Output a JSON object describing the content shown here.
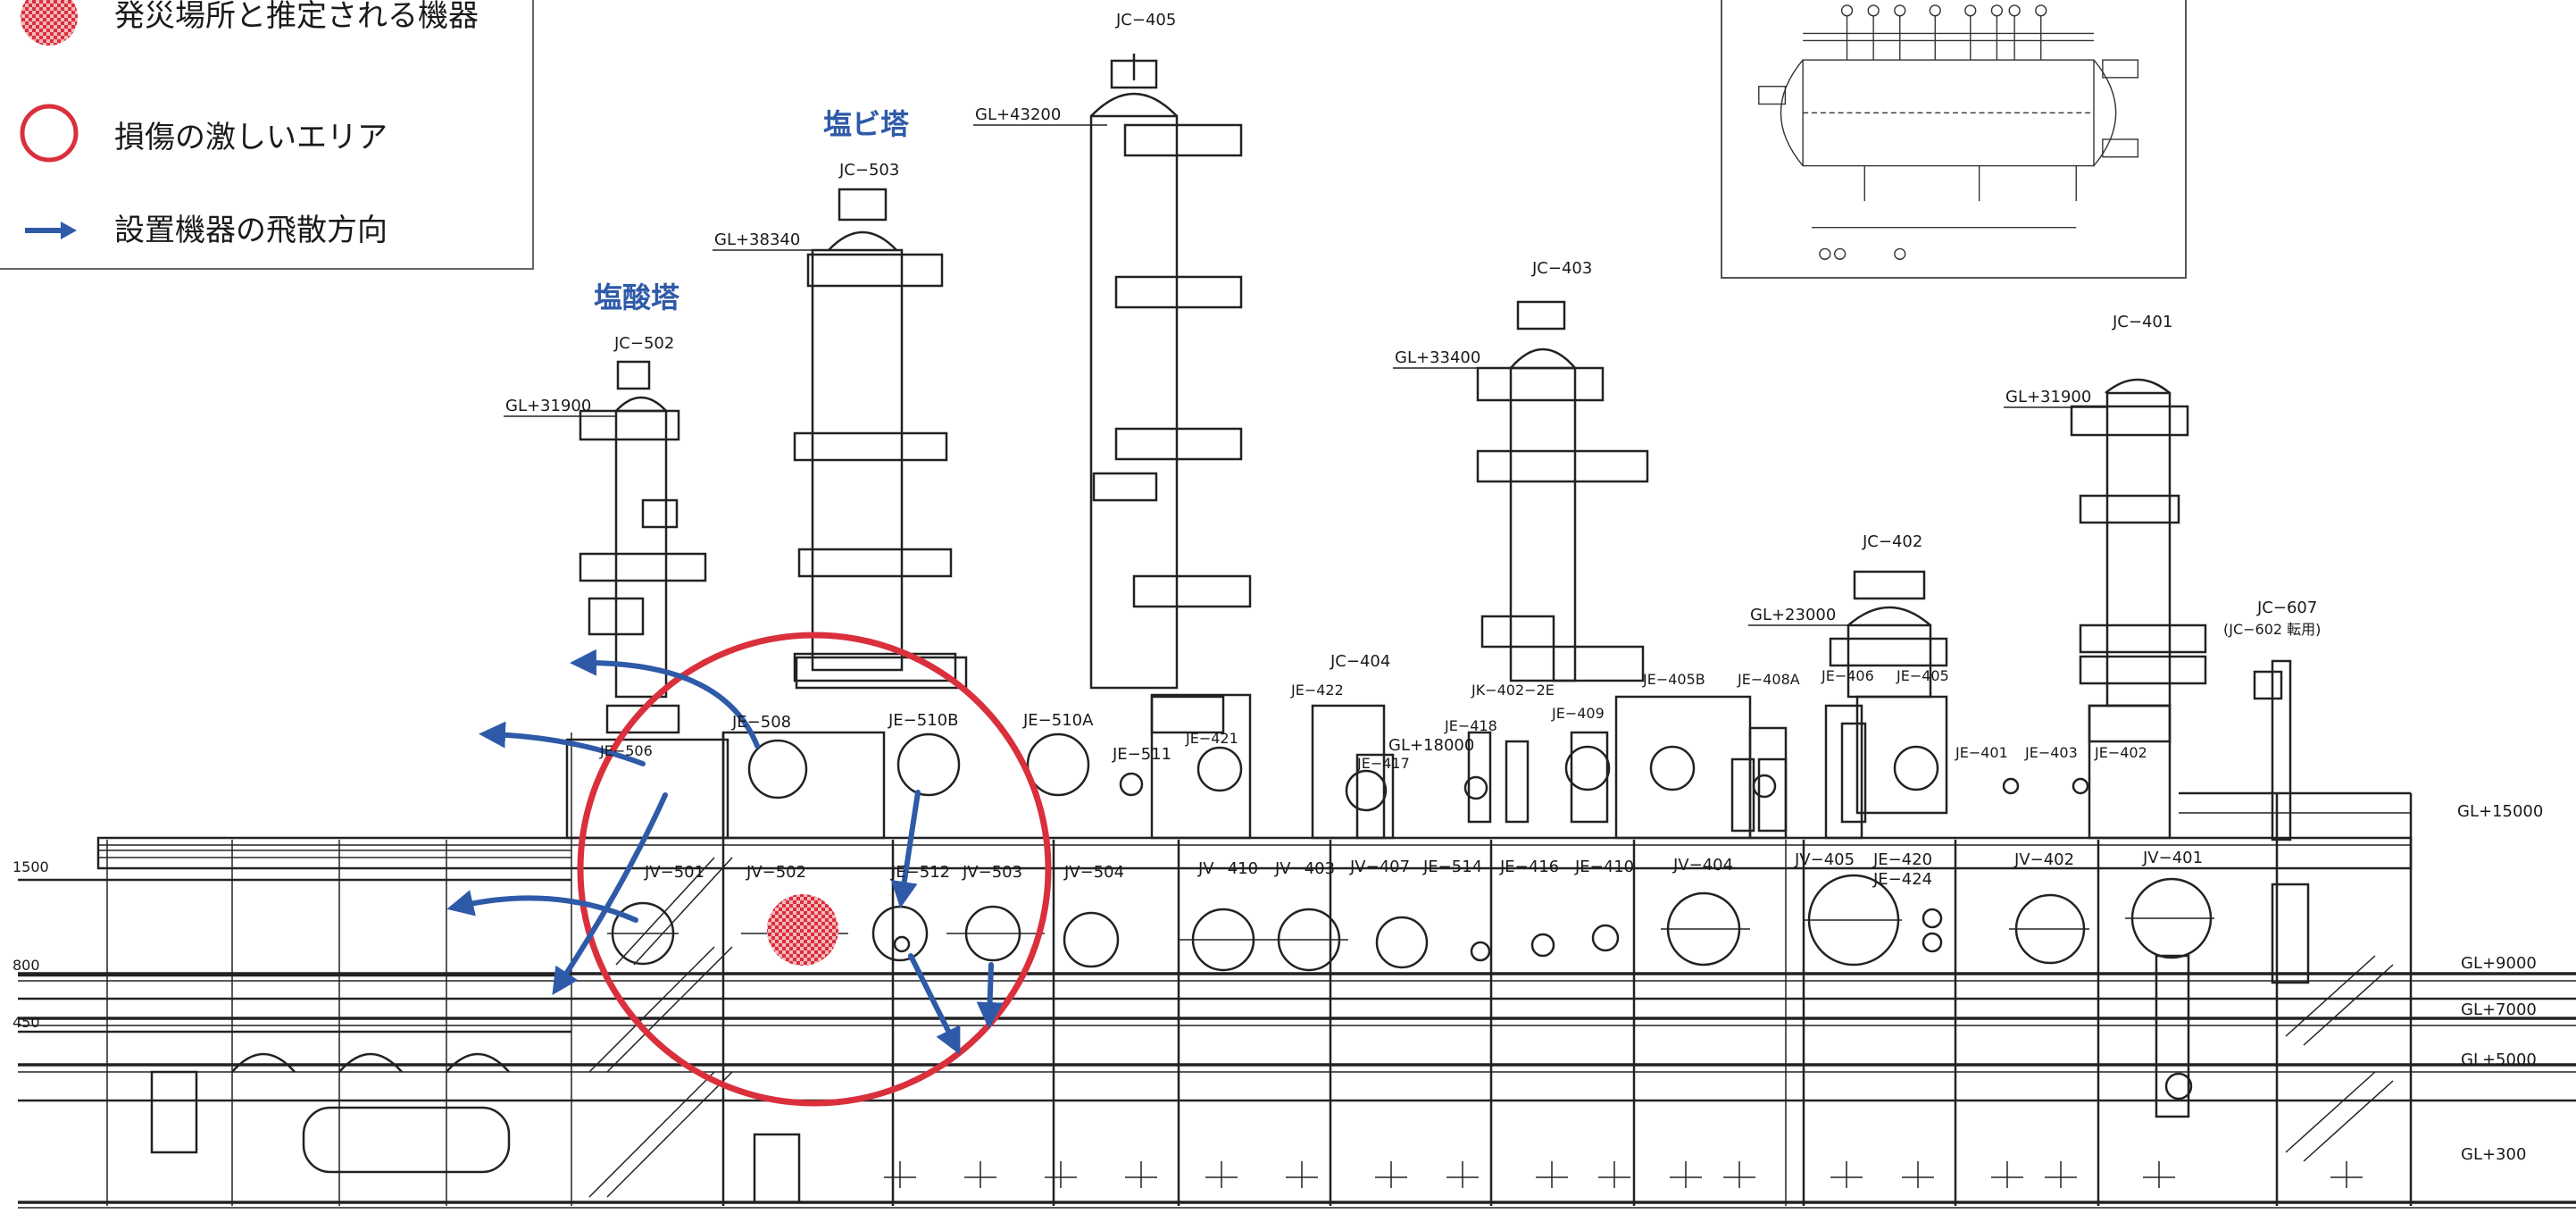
{
  "legend": {
    "items": [
      {
        "symbol": "checkered-red-circle",
        "text": "発災場所と推定される機器"
      },
      {
        "symbol": "red-ring",
        "text": "損傷の激しいエリア"
      },
      {
        "symbol": "blue-arrow",
        "text": "設置機器の飛散方向"
      }
    ],
    "colors": {
      "damage": "#d9303c",
      "arrow": "#2e5aa8"
    }
  },
  "titles": {
    "vc_tower": "塩ビ塔",
    "hcl_tower": "塩酸塔"
  },
  "columns": {
    "jc405": "JC−405",
    "jc503": "JC−503",
    "jc502": "JC−502",
    "jc403": "JC−403",
    "jc401": "JC−401",
    "jc402": "JC−402",
    "jc607": "JC−607",
    "jc607_note": "(JC−602 転用)",
    "jc404": "JC−404"
  },
  "elevations": {
    "gl43200": "GL+43200",
    "gl38340": "GL+38340",
    "gl31900a": "GL+31900",
    "gl33400": "GL+33400",
    "gl31900b": "GL+31900",
    "gl23000": "GL+23000",
    "gl18000": "GL+18000",
    "gl15000": "GL+15000",
    "gl9000": "GL+9000",
    "gl7000": "GL+7000",
    "gl5000": "GL+5000",
    "gl300": "GL+300",
    "left_a": "1500",
    "left_b": "800",
    "left_c": "450"
  },
  "exchangers": {
    "je508": "JE−508",
    "je510b": "JE−510B",
    "je510a": "JE−510A",
    "je511": "JE−511",
    "je421": "JE−421",
    "je422": "JE−422",
    "je418": "JE−418",
    "je417": "JE−417",
    "jk402": "JK−402−2E",
    "je409": "JE−409",
    "je405b": "JE−405B",
    "je408a": "JE−408A",
    "je406": "JE−406",
    "je405": "JE−405",
    "je401": "JE−401",
    "je403": "JE−403",
    "je402": "JE−402",
    "je506": "JE−506"
  },
  "vessels": {
    "jv501": "JV−501",
    "jv502": "JV−502",
    "je512": "JE−512",
    "jv503": "JV−503",
    "jv504": "JV−504",
    "jv410": "JV−410",
    "jv403": "JV−403",
    "jv407": "JV−407",
    "je514": "JE−514",
    "je416": "JE−416",
    "je410": "JE−410",
    "jv404": "JV−404",
    "jv405": "JV−405",
    "je420": "JE−420",
    "je424": "JE−424",
    "jv402": "JV−402",
    "jv401": "JV−401"
  }
}
